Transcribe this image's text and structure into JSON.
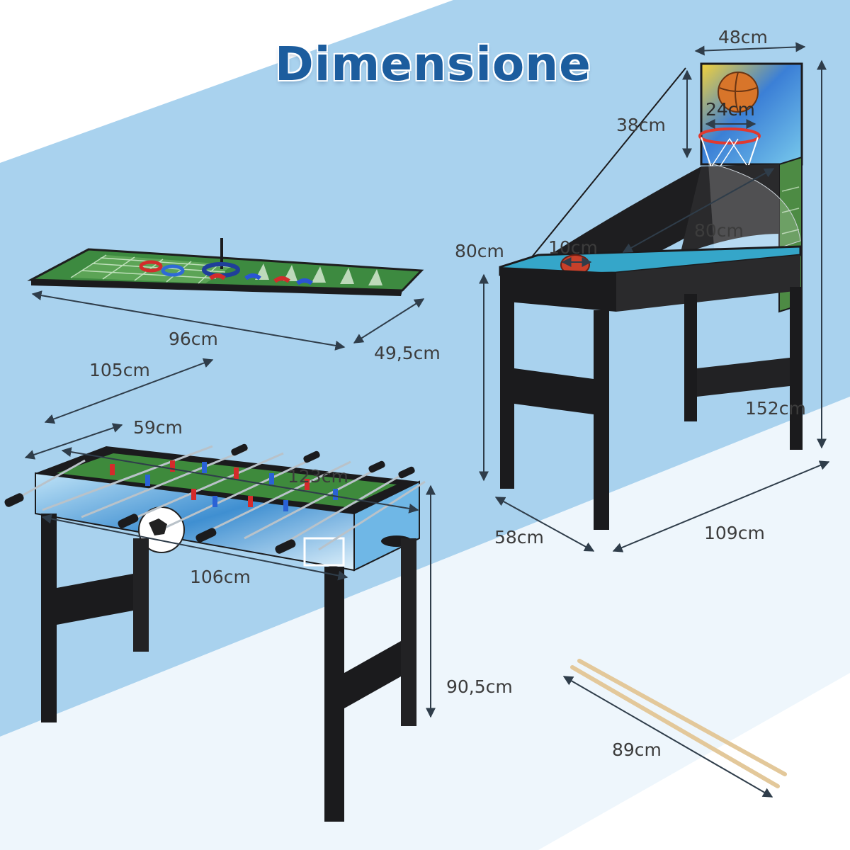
{
  "title": "Dimensione",
  "dimensions": {
    "hoop_width": "48cm",
    "hoop_height": "38cm",
    "hoop_rim": "24cm",
    "ramp_length": "80cm",
    "ball_diameter": "10cm",
    "lane_height": "80cm",
    "total_height": "152cm",
    "lane_depth": "58cm",
    "lane_length": "109cm",
    "board_length": "96cm",
    "board_width": "49,5cm",
    "foosball_length": "105cm",
    "foosball_width": "59cm",
    "rod_length": "123cm",
    "leg_span": "106cm",
    "foosball_height": "90,5cm",
    "cue_length": "89cm"
  },
  "colors": {
    "title": "#1c5d9e",
    "background_band": "#a9d2ee",
    "table_black": "#1b1b1d",
    "felt_green": "#3e8a3c",
    "lane_blue": "#35a6c9",
    "arrow": "#2f3d4a"
  }
}
